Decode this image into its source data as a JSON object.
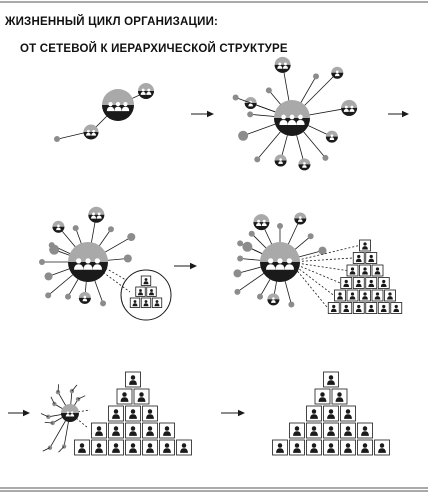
{
  "title": {
    "line1": "ЖИЗНЕННЫЙ ЦИКЛ ОРГАНИЗАЦИИ:",
    "line2": "ОТ СЕТЕВОЙ К ИЕРАРХИЧЕСКОЙ СТРУКТУРЕ"
  },
  "diagram": {
    "stages": [
      {
        "id": "stage-1",
        "kind": "network",
        "satellites": 3
      },
      {
        "id": "stage-2",
        "kind": "network",
        "satellites": 14
      },
      {
        "id": "stage-3",
        "kind": "network-with-forming-group",
        "group_rows": [
          1,
          2,
          3
        ]
      },
      {
        "id": "stage-4",
        "kind": "network-with-hierarchy",
        "hierarchy_rows": [
          1,
          2,
          3,
          4,
          5,
          6
        ]
      },
      {
        "id": "stage-5",
        "kind": "hierarchy-with-remnant-network",
        "hierarchy_rows": [
          1,
          2,
          3,
          5,
          7
        ]
      },
      {
        "id": "stage-6",
        "kind": "hierarchy",
        "hierarchy_rows": [
          1,
          2,
          3,
          5,
          7
        ]
      }
    ],
    "arrows": 5,
    "colors": {
      "ink": "#1a1a1a",
      "hub": "#a9a9a9",
      "node": "#8c8c8c",
      "box": "#ffffff"
    }
  }
}
